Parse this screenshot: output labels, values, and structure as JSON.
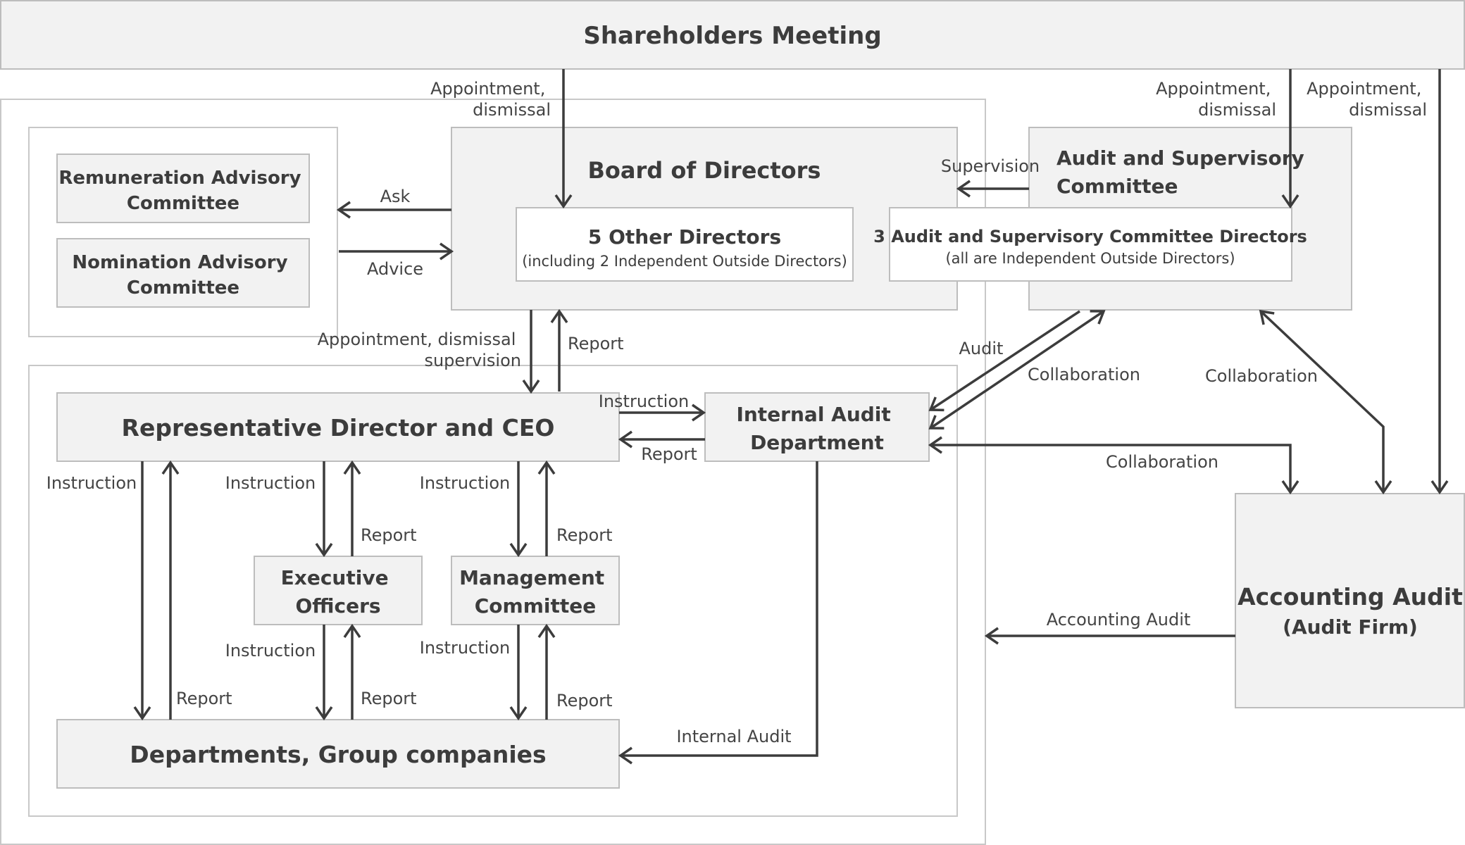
{
  "nodes": {
    "shareholders": "Shareholders Meeting",
    "remuneration": [
      "Remuneration Advisory",
      "Committee"
    ],
    "nomination": [
      "Nomination Advisory",
      "Committee"
    ],
    "board": "Board of Directors",
    "other_directors": "5 Other Directors",
    "other_directors_sub": "(including 2 Independent Outside Directors)",
    "asc": [
      "Audit and Supervisory",
      "Committee"
    ],
    "asc_directors": "3 Audit and Supervisory Committee Directors",
    "asc_directors_sub": "(all are Independent Outside Directors)",
    "ceo": "Representative Director and CEO",
    "internal_audit": [
      "Internal Audit",
      "Department"
    ],
    "exec_officers": [
      "Executive",
      "Officers"
    ],
    "mgmt_committee": [
      "Management",
      "Committee"
    ],
    "departments": "Departments, Group companies",
    "accounting": "Accounting Audit",
    "accounting_sub": "(Audit Firm)"
  },
  "labels": {
    "appointment": [
      "Appointment,",
      "dismissal"
    ],
    "ask": "Ask",
    "advice": "Advice",
    "supervision": "Supervision",
    "appointment_supervision": [
      "Appointment, dismissal",
      "supervision"
    ],
    "report": "Report",
    "instruction": "Instruction",
    "audit": "Audit",
    "collaboration": "Collaboration",
    "internal_audit": "Internal Audit",
    "accounting_audit": "Accounting Audit"
  }
}
